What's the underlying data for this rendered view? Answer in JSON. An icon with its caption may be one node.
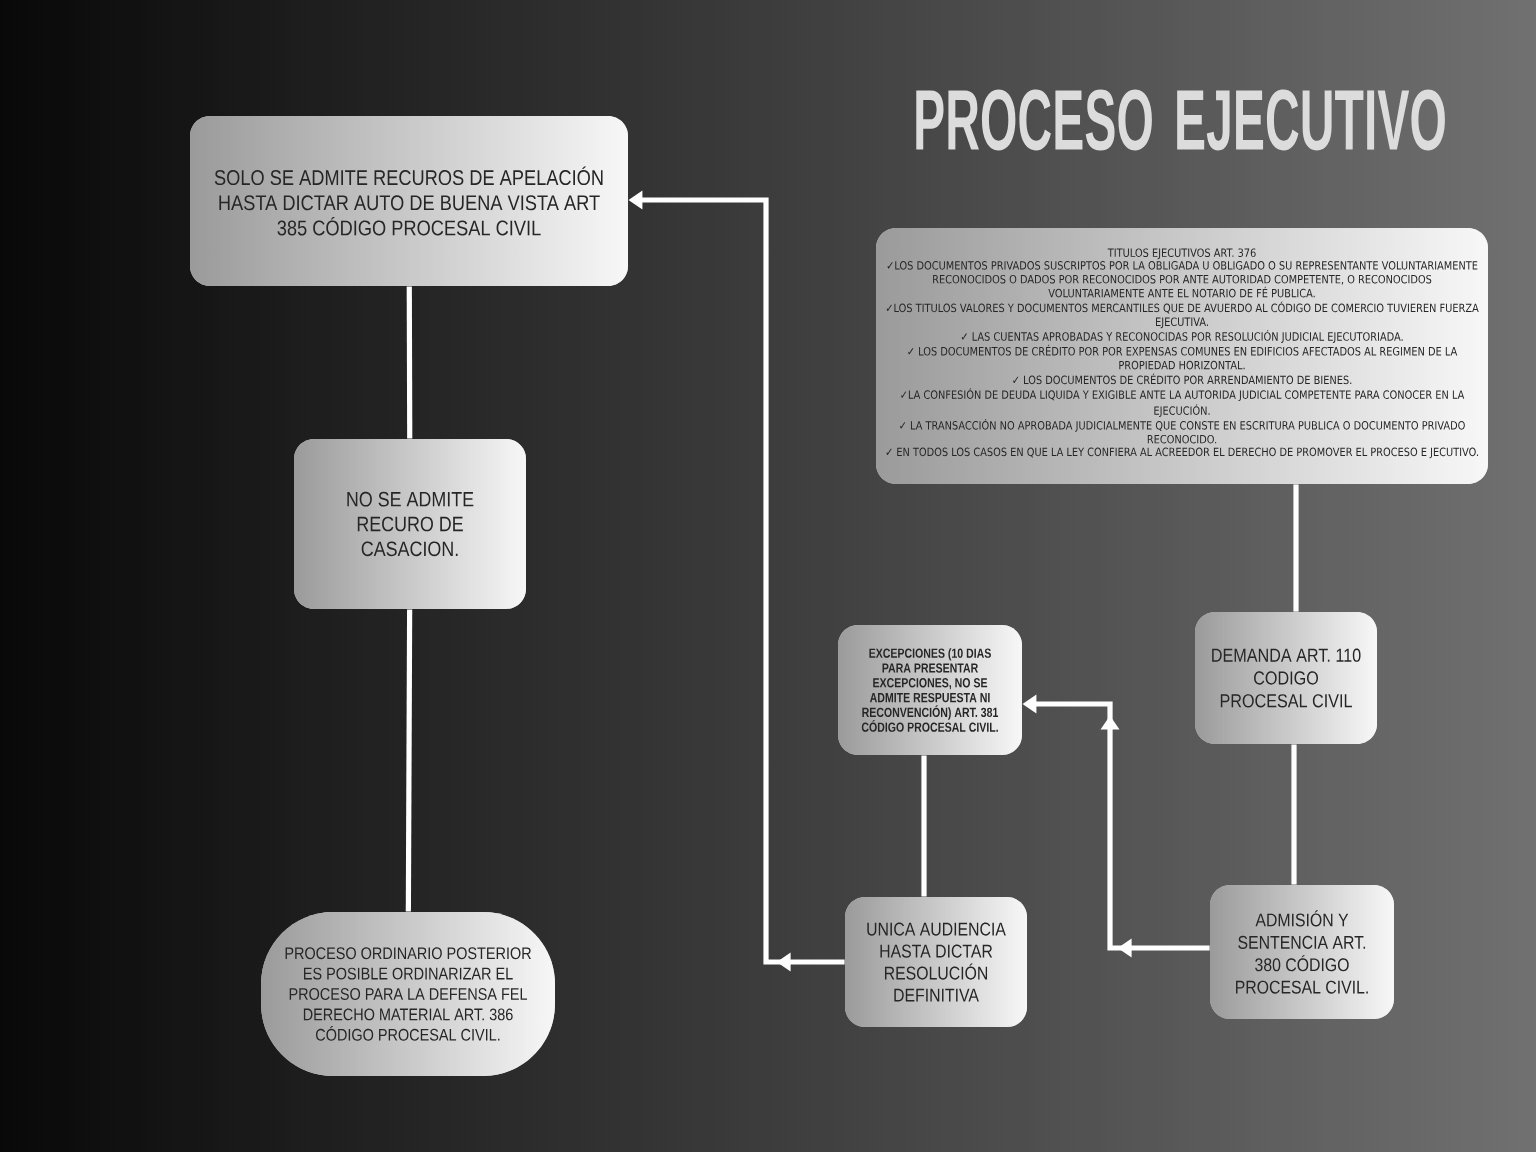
{
  "diagram": {
    "title": "PROCESO EJECUTIVO",
    "nodes": [
      {
        "text": [
          "TITULOS EJECUTIVOS ART. 376",
          "✓LOS DOCUMENTOS PRIVADOS SUSCRIPTOS POR LA OBLIGADA U OBLIGADO O SU REPRESENTANTE VOLUNTARIAMENTE RECONOCIDOS O DADOS POR RECONOCIDOS POR ANTE AUTORIDAD COMPETENTE, O RECONOCIDOS VOLUNTARIAMENTE ANTE EL NOTARIO DE FÉ PUBLICA.",
          "✓LOS TITULOS VALORES Y DOCUMENTOS MERCANTILES QUE DE AVUERDO AL CÓDIGO DE COMERCIO TUVIEREN FUERZA EJECUTIVA.",
          "✓ LAS CUENTAS APROBADAS Y RECONOCIDAS POR RESOLUCIÓN JUDICIAL EJECUTORIADA.",
          "✓ LOS DOCUMENTOS DE CRÉDITO POR POR EXPENSAS COMUNES EN EDIFICIOS AFECTADOS AL REGIMEN DE LA PROPIEDAD HORIZONTAL.",
          "✓ LOS DOCUMENTOS DE CRÉDITO POR ARRENDAMIENTO DE BIENES.",
          "✓LA CONFESIÓN DE DEUDA LIQUIDA Y EXIGIBLE ANTE LA AUTORIDA JUDICIAL COMPETENTE PARA CONOCER EN LA EJECUCIÓN.",
          "✓ LA TRANSACCIÓN NO APROBADA JUDICIALMENTE QUE CONSTE EN ESCRITURA PUBLICA O DOCUMENTO PRIVADO RECONOCIDO.",
          "✓ EN TODOS LOS CASOS EN QUE LA LEY CONFIERA AL ACREEDOR EL DERECHO DE PROMOVER EL PROCESO E JECUTIVO."
        ]
      },
      {
        "text": [
          "DEMANDA ART. 110 CODIGO PROCESAL CIVIL"
        ]
      },
      {
        "text": [
          "ADMISIÓN Y SENTENCIA ART. 380 CÓDIGO PROCESAL CIVIL."
        ]
      },
      {
        "text": [
          "EXCEPCIONES (10 DIAS PARA PRESENTAR EXCEPCIONES, NO SE ADMITE RESPUESTA NI RECONVENCIÓN) ART. 381 CÓDIGO PROCESAL CIVIL."
        ]
      },
      {
        "text": [
          "UNICA AUDIENCIA HASTA DICTAR RESOLUCIÓN DEFINITIVA"
        ]
      },
      {
        "text": [
          "SOLO SE ADMITE RECUROS DE APELACIÓN HASTA DICTAR AUTO DE BUENA VISTA ART 385 CÓDIGO PROCESAL CIVIL"
        ]
      },
      {
        "text": [
          "NO SE ADMITE RECURO DE CASACION."
        ]
      },
      {
        "text": [
          "PROCESO ORDINARIO POSTERIOR ES POSIBLE ORDINARIZAR EL PROCESO PARA LA DEFENSA FEL DERECHO MATERIAL ART. 386 CÓDIGO PROCESAL CIVIL."
        ]
      }
    ],
    "edges": [
      {
        "from": 0,
        "to": 1,
        "arrow": "none"
      },
      {
        "from": 1,
        "to": 2,
        "arrow": "none"
      },
      {
        "from": 2,
        "to": 3,
        "arrow": "to"
      },
      {
        "from": 3,
        "to": 4,
        "arrow": "none"
      },
      {
        "from": 4,
        "to": 5,
        "arrow": "to"
      },
      {
        "from": 5,
        "to": 6,
        "arrow": "none"
      },
      {
        "from": 6,
        "to": 7,
        "arrow": "none"
      }
    ]
  }
}
